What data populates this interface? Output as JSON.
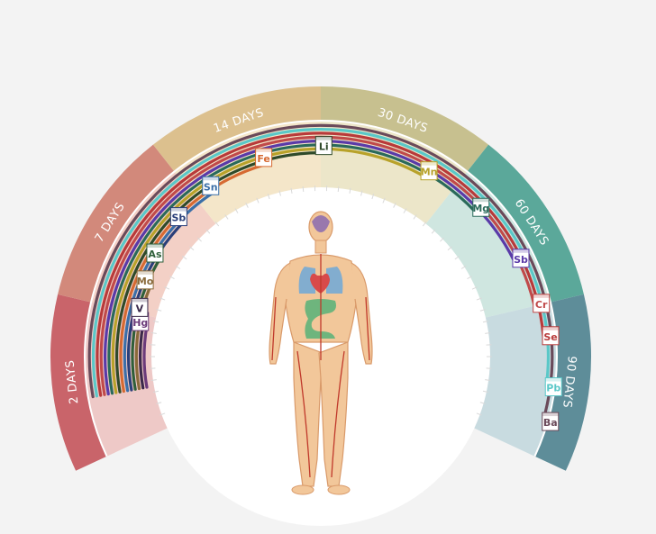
{
  "colors": {
    "background": "#f3f3f3",
    "inner_white": "#ffffff",
    "body_skin": "#f2c79a",
    "body_outline": "#d99a6a"
  },
  "diagram": {
    "segments": [
      {
        "label": "2 DAYS",
        "color": "#c9646a",
        "inner": "#eec9c7"
      },
      {
        "label": "7 DAYS",
        "color": "#d2897b",
        "inner": "#f3d0c6"
      },
      {
        "label": "14 DAYS",
        "color": "#dcc08e",
        "inner": "#f4e6c9"
      },
      {
        "label": "30 DAYS",
        "color": "#c7c08f",
        "inner": "#ece6c9"
      },
      {
        "label": "60 DAYS",
        "color": "#5ba89a",
        "inner": "#cfe6e0"
      },
      {
        "label": "90 DAYS",
        "color": "#5e8d99",
        "inner": "#c8dbe0"
      }
    ],
    "elements": [
      {
        "symbol": "Hg",
        "color": "#6b3b7a",
        "arc_end": 0.1
      },
      {
        "symbol": "V",
        "color": "#3b2a4a",
        "arc_end": 0.12
      },
      {
        "symbol": "Mo",
        "color": "#8a6a3a",
        "arc_end": 0.16
      },
      {
        "symbol": "As",
        "color": "#2f5f3a",
        "arc_end": 0.2
      },
      {
        "symbol": "Sb",
        "color": "#2a3f7a",
        "arc_end": 0.26
      },
      {
        "symbol": "Sn",
        "color": "#3b6fa8",
        "arc_end": 0.32
      },
      {
        "symbol": "Fe",
        "color": "#d66a32",
        "arc_end": 0.4
      },
      {
        "symbol": "Li",
        "color": "#2f4a2a",
        "arc_end": 0.48
      },
      {
        "symbol": "Mn",
        "color": "#b8a22a",
        "arc_end": 0.62
      },
      {
        "symbol": "Mg",
        "color": "#2a6a5a",
        "arc_end": 0.7
      },
      {
        "symbol": "Sb",
        "color": "#5a3aa8",
        "arc_end": 0.78
      },
      {
        "symbol": "Cr",
        "color": "#c04a4a",
        "arc_end": 0.84
      },
      {
        "symbol": "Se",
        "color": "#b83a3a",
        "arc_end": 0.88
      },
      {
        "symbol": "Pb",
        "color": "#5ac8c8",
        "arc_end": 0.94
      },
      {
        "symbol": "Ba",
        "color": "#6a4a5a",
        "arc_end": 0.98
      }
    ]
  }
}
